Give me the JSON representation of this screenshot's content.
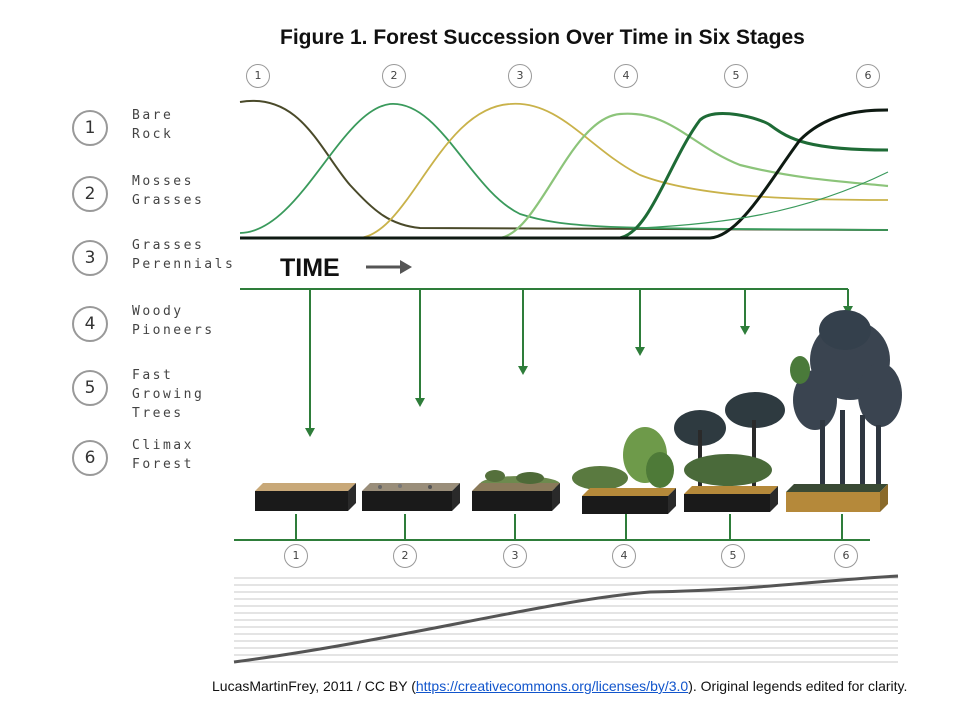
{
  "title": "Figure 1. Forest Succession Over Time in Six Stages",
  "legend": [
    {
      "num": "1",
      "lines": [
        "Bare",
        "Rock"
      ]
    },
    {
      "num": "2",
      "lines": [
        "Mosses",
        "Grasses"
      ]
    },
    {
      "num": "3",
      "lines": [
        "Grasses",
        "Perennials"
      ]
    },
    {
      "num": "4",
      "lines": [
        "Woody",
        "Pioneers"
      ]
    },
    {
      "num": "5",
      "lines": [
        "Fast",
        "Growing",
        "Trees"
      ]
    },
    {
      "num": "6",
      "lines": [
        "Climax",
        "Forest"
      ]
    }
  ],
  "time_label": "TIME",
  "top_stage_numbers": [
    "1",
    "2",
    "3",
    "4",
    "5",
    "6"
  ],
  "bottom_stage_numbers": [
    "1",
    "2",
    "3",
    "4",
    "5",
    "6"
  ],
  "credit": {
    "prefix": "LucasMartinFrey, 2011 / CC BY (",
    "link_text": "https://creativecommons.org/licenses/by/3.0",
    "suffix": "). Original legends edited for clarity."
  },
  "colors": {
    "green_line": "#2e7d3a",
    "stage1_curve": "#4a4a2a",
    "stage2_curve": "#3a9a5c",
    "stage3_curve": "#c9b24a",
    "stage4_curve": "#8cc47a",
    "stage5_curve": "#1e6b36",
    "stage6_curve": "#0e1a12",
    "soil": "#b5893a",
    "canopy": "#3a4450"
  }
}
